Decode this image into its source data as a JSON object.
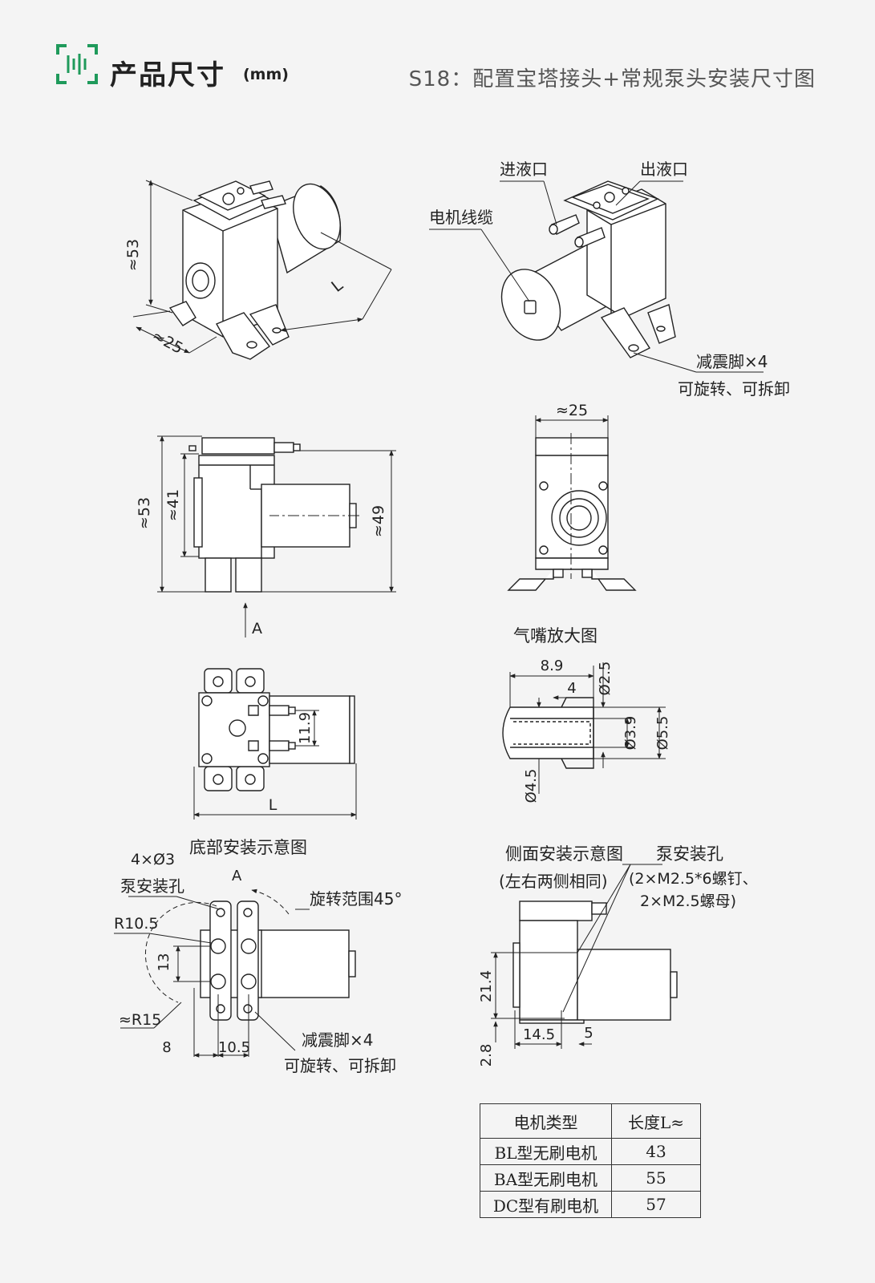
{
  "header": {
    "icon": "barcode-scan-icon",
    "accent_color": "#1f9a5b",
    "title": "产品尺寸",
    "unit": "(mm)",
    "subtitle": "S18：配置宝塔接头+常规泵头安装尺寸图"
  },
  "labels": {
    "inlet": "进液口",
    "outlet": "出液口",
    "motor_cable": "电机线缆",
    "damper": "减震脚×4",
    "damper_rotate": "可旋转、可拆卸",
    "nozzle_zoom": "气嘴放大图",
    "bottom_install": "底部安装示意图",
    "mount_holes_count": "4×Ø3",
    "mount_holes": "泵安装孔",
    "rotate_range": "旋转范围45°",
    "side_install": "侧面安装示意图",
    "side_install_note": "(左右两侧相同)",
    "pump_holes": "泵安装孔",
    "pump_holes_spec1": "(2×M2.5*6螺钉、",
    "pump_holes_spec2": "2×M2.5螺母)",
    "view_arrow": "A"
  },
  "dimensions": {
    "iso_height": "≈53",
    "iso_width": "≈25",
    "iso_length": "L",
    "front_total": "≈53",
    "front_body": "≈41",
    "front_motor": "≈49",
    "side_width": "≈25",
    "top_spacing": "11.9",
    "top_length": "L",
    "nozzle_len": "8.9",
    "nozzle_tip": "4",
    "nozzle_d_tip": "Ø2.5",
    "nozzle_d_inner": "Ø3.9",
    "nozzle_d_barb": "Ø5.5",
    "nozzle_d_base": "Ø4.5",
    "bottom_r_small": "R10.5",
    "bottom_r_large": "≈R15",
    "bottom_pitch_v": "13",
    "bottom_offset": "8",
    "bottom_pitch_h": "10.5",
    "side_height": "21.4",
    "side_base": "2.8",
    "side_span": "14.5",
    "side_gap": "5"
  },
  "table": {
    "headers": [
      "电机类型",
      "长度L≈"
    ],
    "rows": [
      [
        "BL型无刷电机",
        "43"
      ],
      [
        "BA型无刷电机",
        "55"
      ],
      [
        "DC型有刷电机",
        "57"
      ]
    ]
  }
}
